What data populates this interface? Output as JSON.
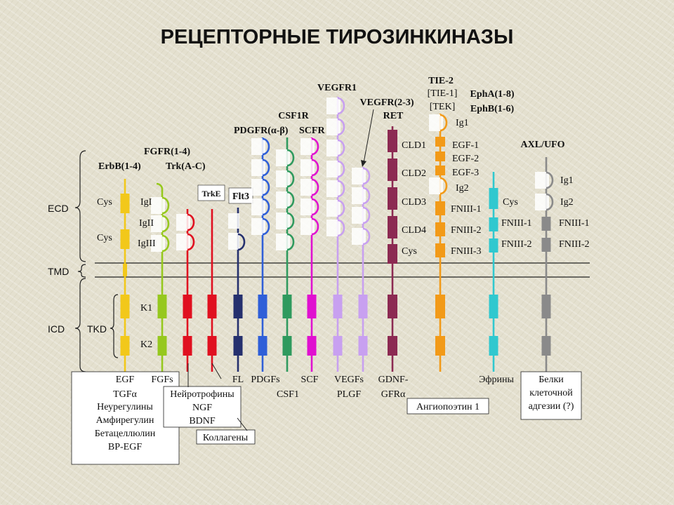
{
  "title": "РЕЦЕПТОРНЫЕ ТИРОЗИНКИНАЗЫ",
  "regions": {
    "ecd": "ECD",
    "tmd": "TMD",
    "icd": "ICD",
    "tkd": "TKD"
  },
  "colors": {
    "erbb": "#f2c81a",
    "fgfr": "#96c81e",
    "trk": "#e01020",
    "flt3": "#25306e",
    "pdgfr": "#2f5fd8",
    "csf1r": "#2f9a5e",
    "scfr": "#e010d0",
    "vegfr": "#c8a0f0",
    "ret": "#8c2a52",
    "tie": "#f29a18",
    "eph": "#30c8cf",
    "axl": "#8a8a8a",
    "bg": "#e4e0cf",
    "line": "#222222"
  },
  "receptors": {
    "erbb": "ErbB(1-4)",
    "fgfr": "FGFR(1-4)",
    "trk": "Trk(A-C)",
    "trke": "TrkE",
    "flt3": "Flt3",
    "csf1r": "CSF1R",
    "pdgfr": "PDGFR(α-β)",
    "scfr": "SCFR",
    "vegfr1": "VEGFR1",
    "vegfr23": "VEGFR(2-3)",
    "ret": "RET",
    "tie2": "TIE-2",
    "tie1": "[TIE-1]",
    "tek": "[TEK]",
    "epha": "EphA(1-8)",
    "ephb": "EphB(1-6)",
    "axl": "AXL/UFO"
  },
  "domains": {
    "cys": "Cys",
    "ig1": "IgI",
    "ig2": "IgII",
    "ig3": "IgIII",
    "k1": "K1",
    "k2": "K2",
    "cld1": "CLD1",
    "cld2": "CLD2",
    "cld3": "CLD3",
    "cld4": "CLD4",
    "tie_ig1": "Ig1",
    "egf1": "EGF-1",
    "egf2": "EGF-2",
    "egf3": "EGF-3",
    "tie_ig2": "Ig2",
    "fn1": "FNIII-1",
    "fn2": "FNIII-2",
    "fn3": "FNIII-3",
    "axl_ig1": "Ig1",
    "axl_ig2": "Ig2"
  },
  "ligands": {
    "erbb": [
      "EGF",
      "TGFα",
      "Неурегулины",
      "Амфирегулин",
      "Бетацеллюлин",
      "BP-EGF"
    ],
    "fgf": "FGFs",
    "neuro": [
      "Нейротрофины",
      "NGF",
      "BDNF"
    ],
    "collagen": "Коллагены",
    "fl": "FL",
    "pdgf": "PDGFs",
    "csf1": "CSF1",
    "scf": "SCF",
    "vegf": [
      "VEGFs",
      "PLGF"
    ],
    "gdnf": [
      "GDNF-",
      "GFRα"
    ],
    "angiopoietin": "Ангиопоэтин 1",
    "ephrins": "Эфрины",
    "adhesion": [
      "Белки",
      "клеточной",
      "адгезии (?)"
    ]
  }
}
